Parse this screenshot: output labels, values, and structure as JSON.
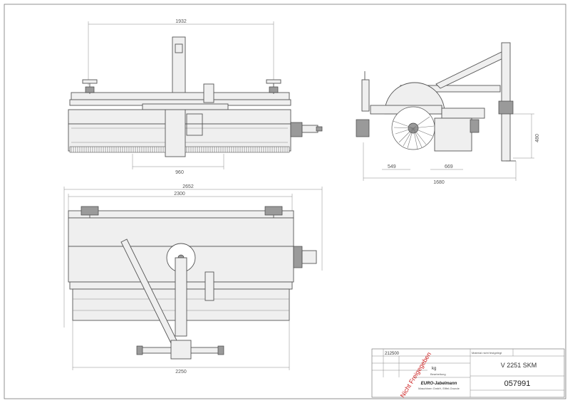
{
  "dimensions": {
    "top_width": "1932",
    "top_mid": "960",
    "side_height": "480",
    "side_left": "549",
    "side_right": "669",
    "side_total": "1680",
    "plan_overall": "2652",
    "plan_width": "2300",
    "plan_bottom": "2250"
  },
  "title_block": {
    "art_nr": "212500",
    "weight": "kg",
    "description": "V 2251 SKM",
    "drawing_number": "057991",
    "company": "EURO-Jabelmann",
    "company_address": "Maschinen GmbH, Eiffel-Grunde",
    "treatment": "Bearbeitung",
    "material_note": "Material nicht festgelegt",
    "watermark": "Nicht Freigegeben"
  },
  "colors": {
    "line": "#555555",
    "watermark": "#cc2222"
  }
}
